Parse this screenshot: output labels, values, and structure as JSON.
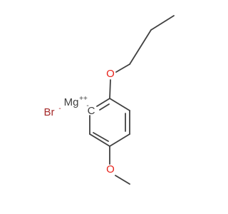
{
  "molecule": {
    "atoms": {
      "oxygen_propoxy": "O",
      "oxygen_methoxy": "O",
      "magnesium": "Mg",
      "magnesium_charge": "++",
      "carbanion": "C",
      "carbanion_charge": "-",
      "bromine": "Br",
      "bromine_charge": "-"
    },
    "colors": {
      "bond": "#404040",
      "oxygen": "#e8231b",
      "magnesium": "#404040",
      "carbon": "#404040",
      "bromine": "#a52a2a"
    }
  }
}
